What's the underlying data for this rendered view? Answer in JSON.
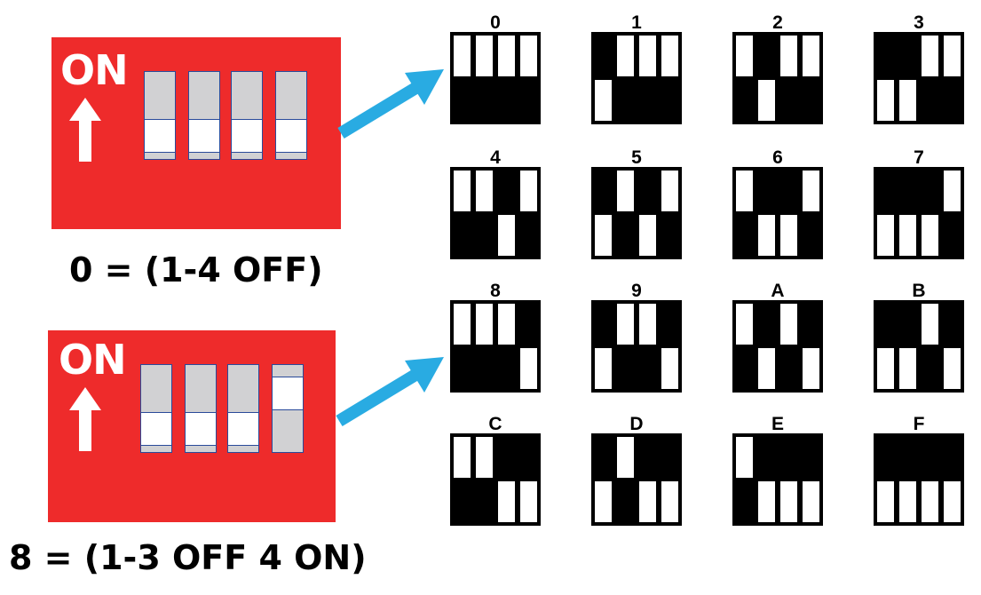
{
  "panels": [
    {
      "on_label": "ON",
      "caption": "0 = (1-4 OFF)",
      "switches_on": [
        false,
        false,
        false,
        false
      ]
    },
    {
      "on_label": "ON",
      "caption": "8 = (1-3 OFF 4 ON)",
      "switches_on": [
        false,
        false,
        false,
        true
      ]
    }
  ],
  "legend": [
    {
      "label": "0",
      "bits": [
        0,
        0,
        0,
        0
      ]
    },
    {
      "label": "1",
      "bits": [
        1,
        0,
        0,
        0
      ]
    },
    {
      "label": "2",
      "bits": [
        0,
        1,
        0,
        0
      ]
    },
    {
      "label": "3",
      "bits": [
        1,
        1,
        0,
        0
      ]
    },
    {
      "label": "4",
      "bits": [
        0,
        0,
        1,
        0
      ]
    },
    {
      "label": "5",
      "bits": [
        1,
        0,
        1,
        0
      ]
    },
    {
      "label": "6",
      "bits": [
        0,
        1,
        1,
        0
      ]
    },
    {
      "label": "7",
      "bits": [
        1,
        1,
        1,
        0
      ]
    },
    {
      "label": "8",
      "bits": [
        0,
        0,
        0,
        1
      ]
    },
    {
      "label": "9",
      "bits": [
        1,
        0,
        0,
        1
      ]
    },
    {
      "label": "A",
      "bits": [
        0,
        1,
        0,
        1
      ]
    },
    {
      "label": "B",
      "bits": [
        1,
        1,
        0,
        1
      ]
    },
    {
      "label": "C",
      "bits": [
        0,
        0,
        1,
        1
      ]
    },
    {
      "label": "D",
      "bits": [
        1,
        0,
        1,
        1
      ]
    },
    {
      "label": "E",
      "bits": [
        0,
        1,
        1,
        1
      ]
    },
    {
      "label": "F",
      "bits": [
        1,
        1,
        1,
        1
      ]
    }
  ],
  "colors": {
    "panel": "#ee2b2b",
    "pointer": "#29abe2",
    "switch_track": "#d1d1d3",
    "switch_knob": "#ffffff"
  }
}
